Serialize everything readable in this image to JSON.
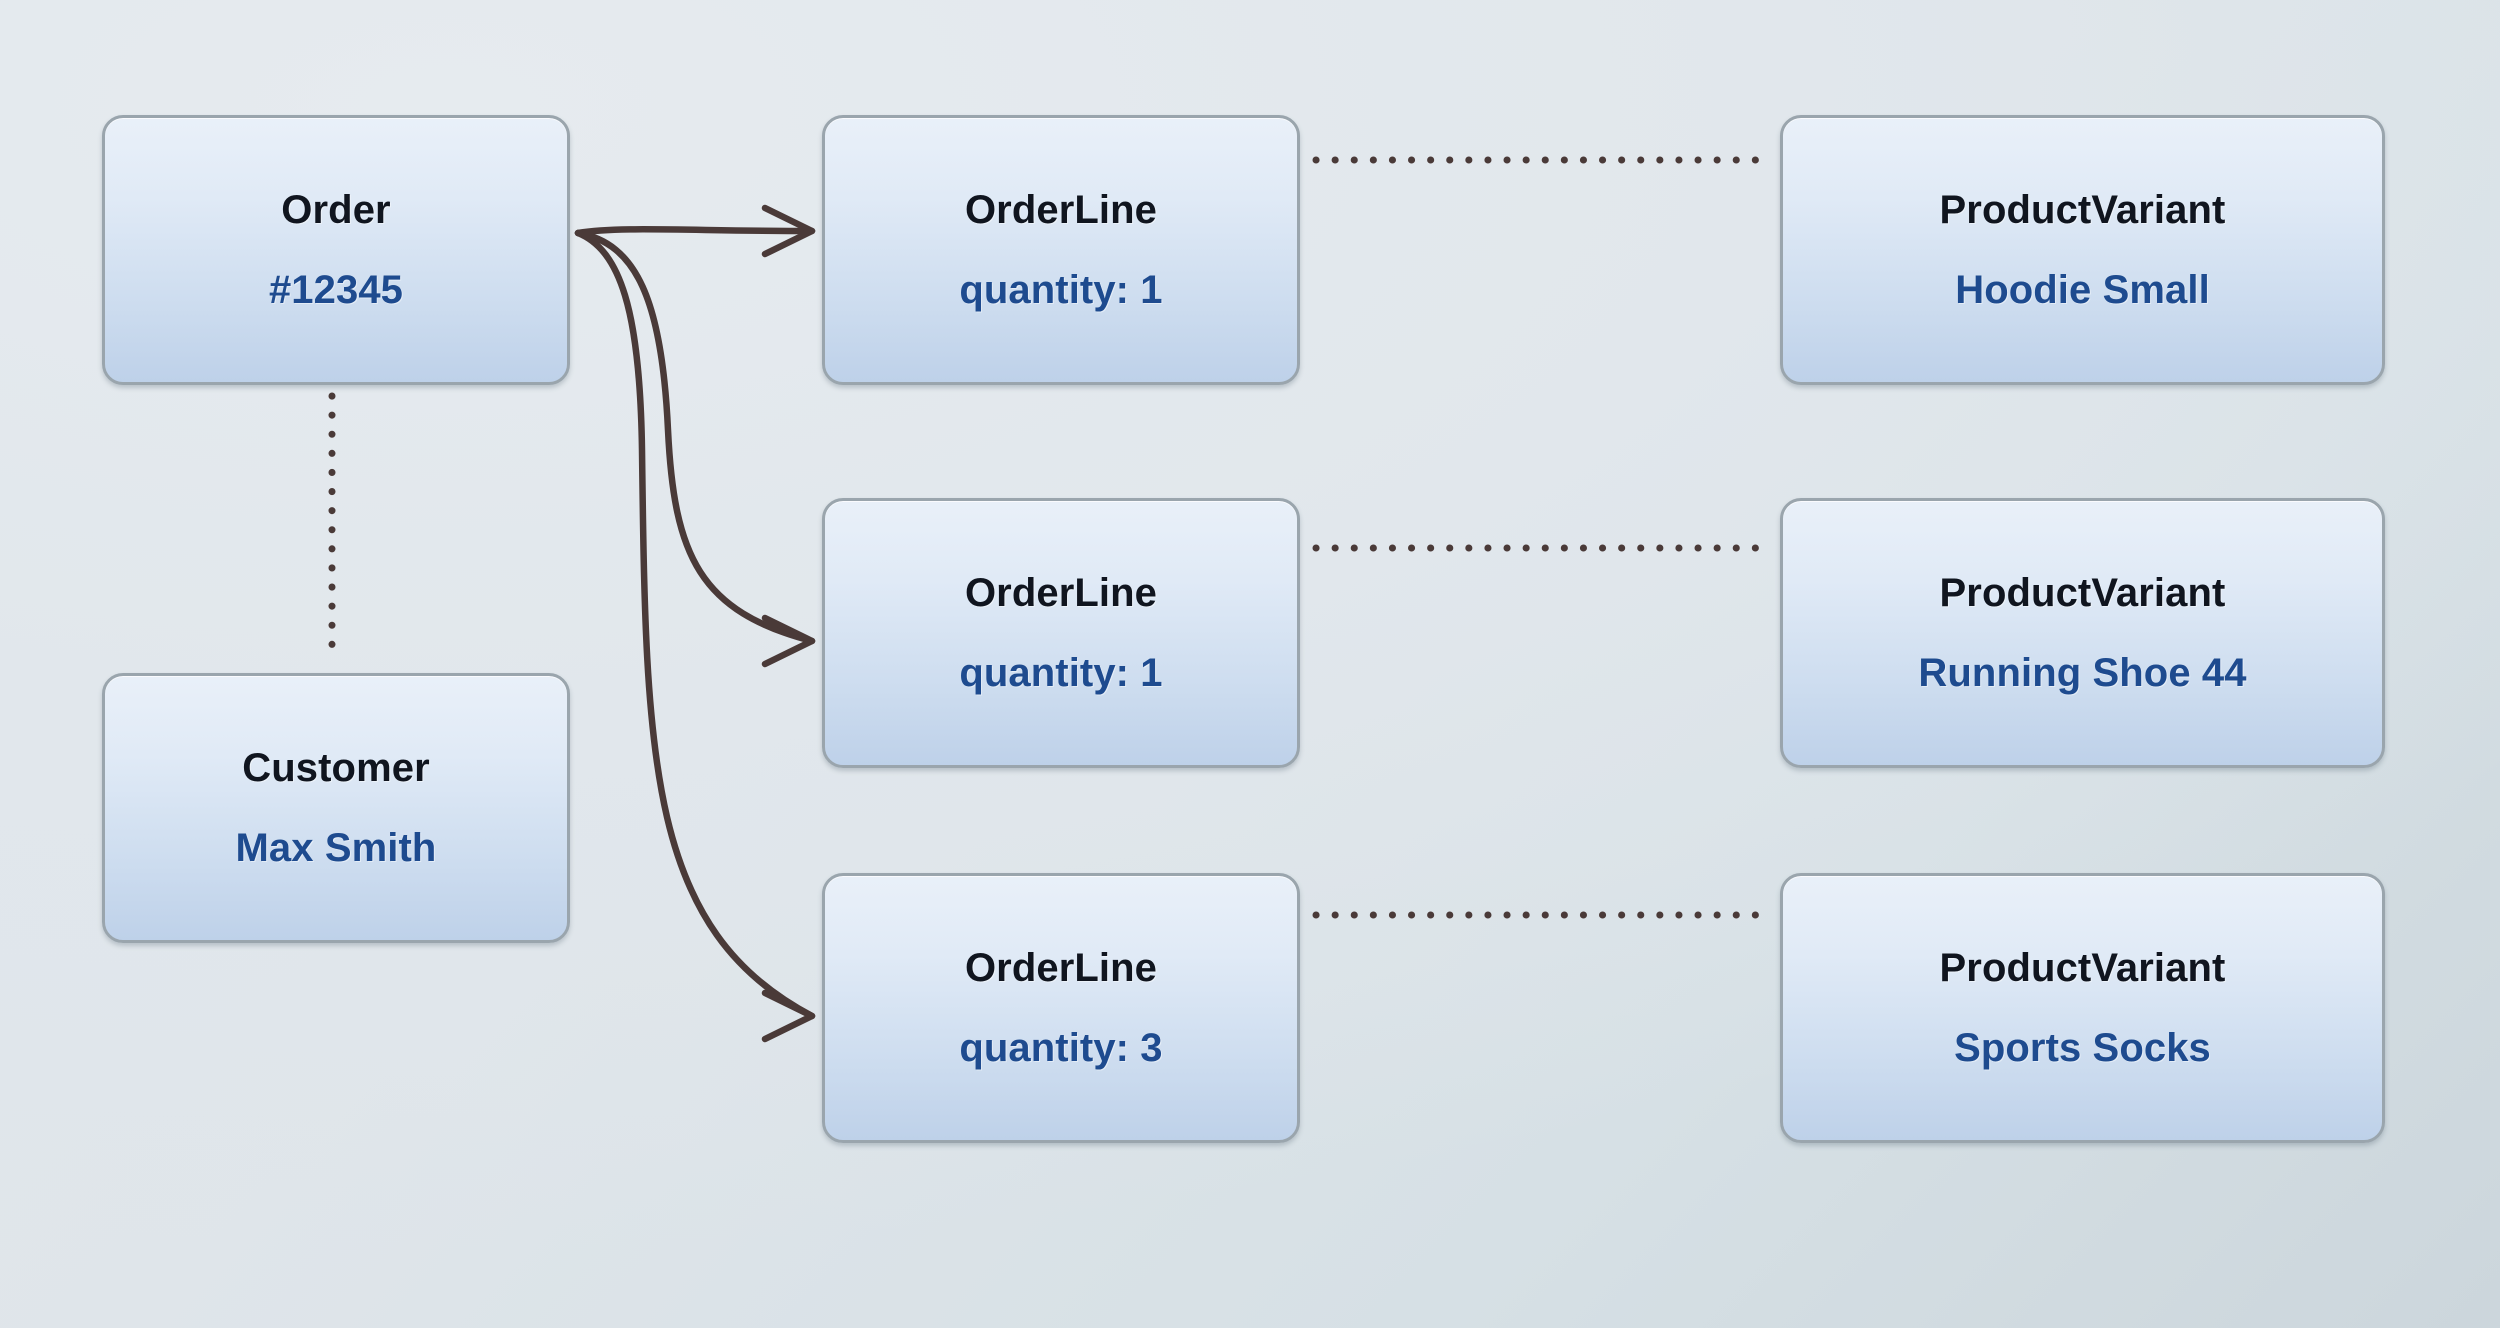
{
  "diagram": {
    "type": "entity-relationship-instance-diagram",
    "background_color": "#dfe5ea",
    "node_border_color": "#9aa5ad",
    "node_fill_top": "#e9f0f9",
    "node_fill_bottom": "#bed1e9",
    "title_color": "#10151f",
    "subtitle_color": "#1e4b8f",
    "connector_color": "#4a3a38"
  },
  "nodes": {
    "order": {
      "title": "Order",
      "subtitle": "#12345"
    },
    "customer": {
      "title": "Customer",
      "subtitle": "Max Smith"
    },
    "order_lines": [
      {
        "title": "OrderLine",
        "subtitle": "quantity: 1",
        "quantity": 1
      },
      {
        "title": "OrderLine",
        "subtitle": "quantity: 1",
        "quantity": 1
      },
      {
        "title": "OrderLine",
        "subtitle": "quantity: 3",
        "quantity": 3
      }
    ],
    "product_variants": [
      {
        "title": "ProductVariant",
        "subtitle": "Hoodie Small"
      },
      {
        "title": "ProductVariant",
        "subtitle": "Running Shoe 44"
      },
      {
        "title": "ProductVariant",
        "subtitle": "Sports Socks"
      }
    ]
  },
  "connectors": {
    "order_to_order_lines": {
      "style": "solid-curved-arrow",
      "arrowhead": "open-v",
      "color": "#4a3a38",
      "count": 3
    },
    "order_to_customer": {
      "style": "dotted",
      "arrowhead": "none",
      "color": "#4a3a38",
      "orientation": "vertical"
    },
    "order_line_to_product_variant": {
      "style": "dotted",
      "arrowhead": "none",
      "color": "#4a3a38",
      "orientation": "horizontal",
      "count": 3
    }
  }
}
